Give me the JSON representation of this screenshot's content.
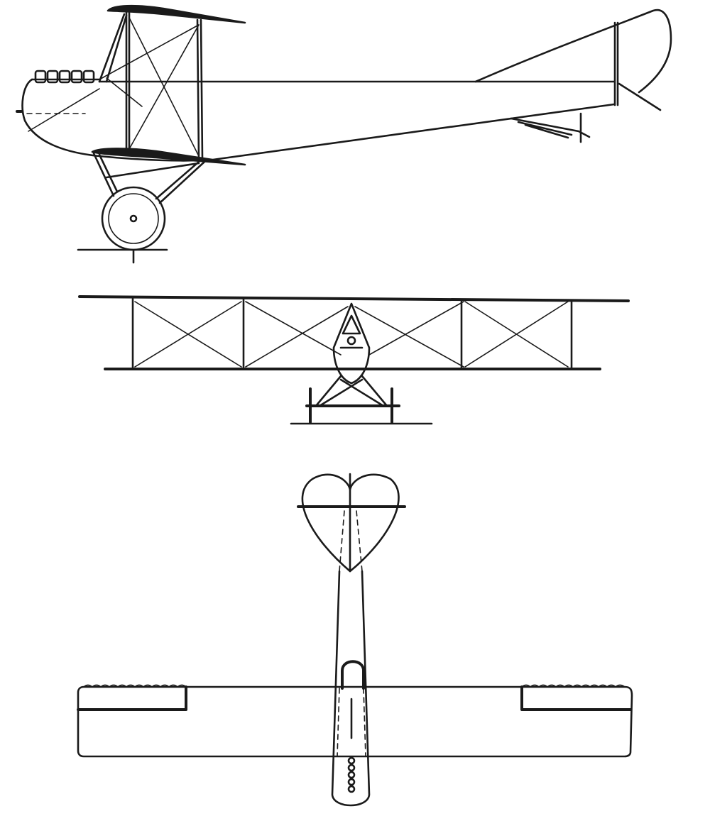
{
  "colors": {
    "ink": "#1a1a1a",
    "paper": "#ffffff"
  },
  "views": [
    {
      "id": "side-view"
    },
    {
      "id": "front-view"
    },
    {
      "id": "top-view"
    }
  ]
}
